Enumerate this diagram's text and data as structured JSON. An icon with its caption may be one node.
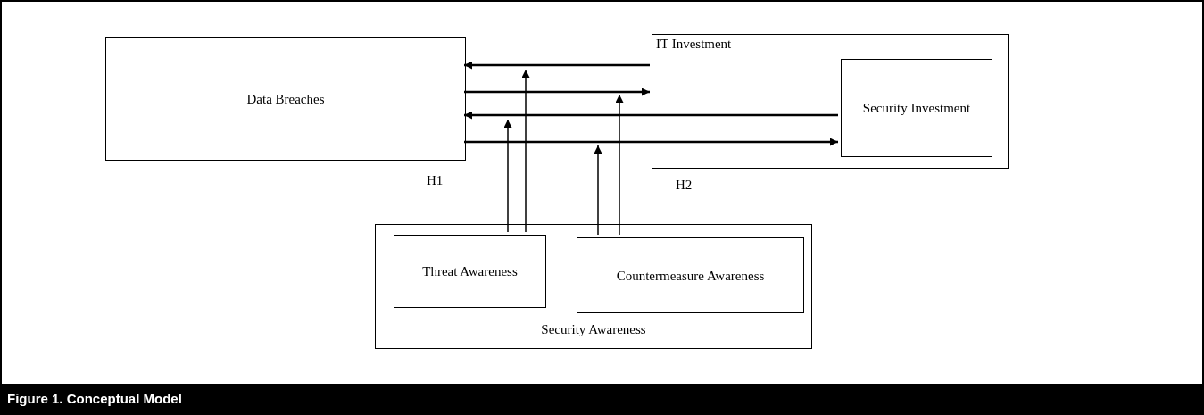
{
  "diagram": {
    "caption": "Figure 1. Conceptual Model",
    "nodes": [
      {
        "text": [
          "Data Breaches"
        ]
      },
      {
        "text": [
          "IT Investment"
        ]
      },
      {
        "text": [
          "Security Investment"
        ],
        "in": 1
      },
      {
        "text": [
          "Security Awareness"
        ]
      },
      {
        "text": [
          "Threat Awareness"
        ],
        "in": 3
      },
      {
        "text": [
          "Countermeasure Awareness"
        ],
        "in": 3
      }
    ],
    "edges": [
      {
        "from": 1,
        "to": 0,
        "arrow": "to"
      },
      {
        "from": 0,
        "to": 1,
        "arrow": "to"
      },
      {
        "from": 2,
        "to": 0,
        "arrow": "to"
      },
      {
        "from": 0,
        "to": 2,
        "arrow": "to"
      },
      {
        "from": 4,
        "to": null,
        "arrow": "to"
      },
      {
        "from": 4,
        "to": null,
        "arrow": "to"
      },
      {
        "from": 5,
        "to": null,
        "arrow": "to"
      },
      {
        "from": 5,
        "to": null,
        "arrow": "to"
      }
    ],
    "labels": [
      "H1",
      "H2"
    ]
  }
}
